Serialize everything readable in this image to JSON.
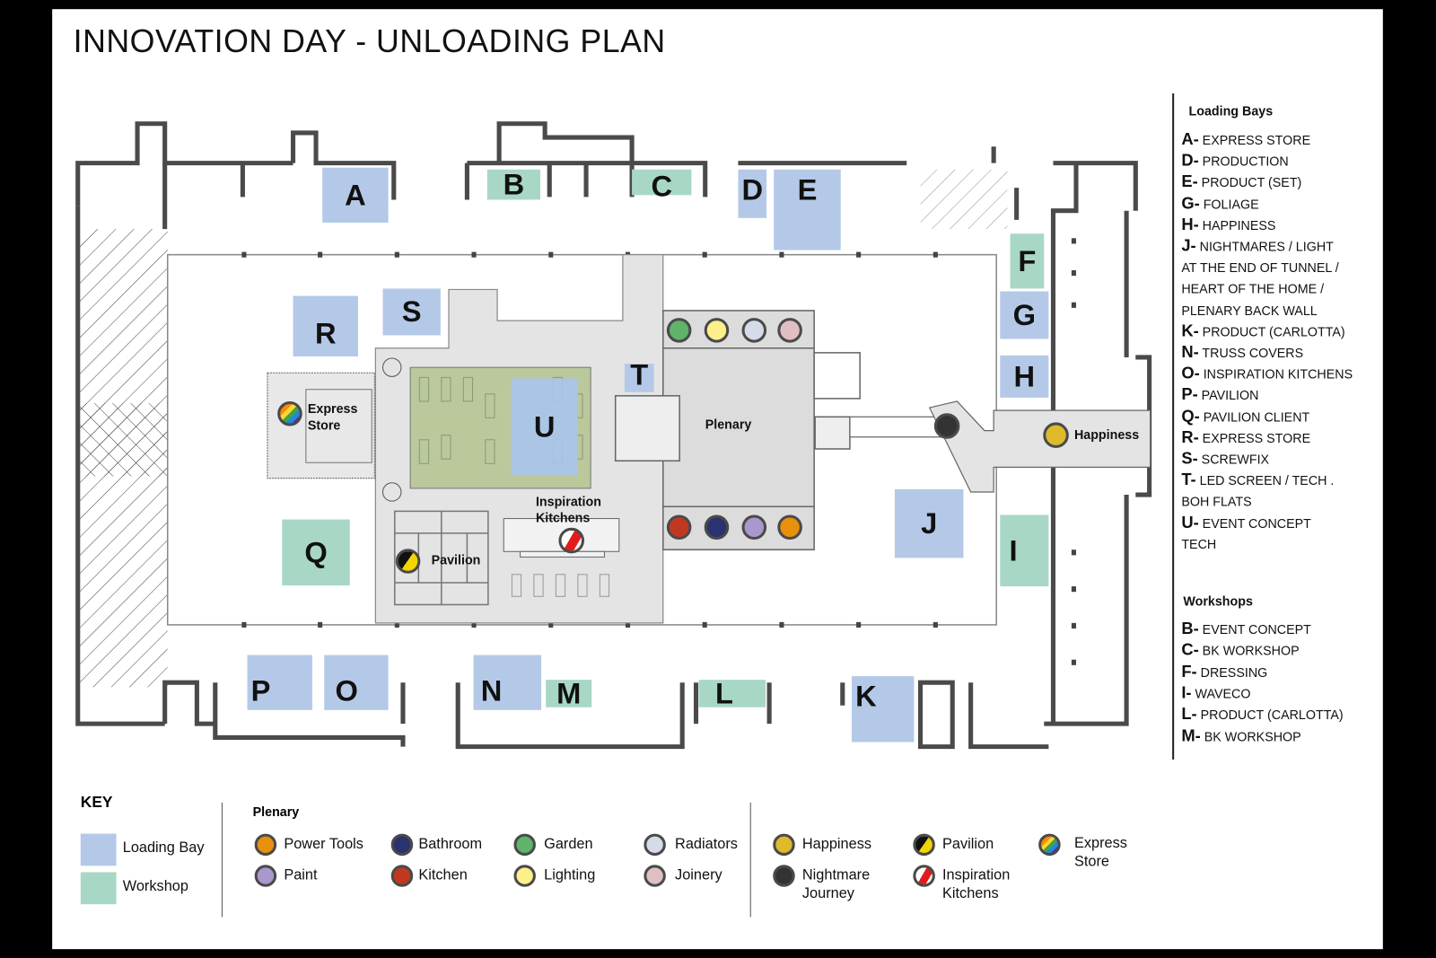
{
  "title": "INNOVATION DAY - UNLOADING PLAN",
  "map": {
    "bays": {
      "A": "A",
      "B": "B",
      "C": "C",
      "D": "D",
      "E": "E",
      "F": "F",
      "G": "G",
      "H": "H",
      "I": "I",
      "J": "J",
      "K": "K",
      "L": "L",
      "M": "M",
      "N": "N",
      "O": "O",
      "P": "P",
      "Q": "Q",
      "R": "R",
      "S": "S",
      "T": "T",
      "U": "U"
    },
    "areas": {
      "express_store": "Express\nStore",
      "plenary": "Plenary",
      "inspiration_kitchens": "Inspiration\nKitchens",
      "pavilion": "Pavilion",
      "happiness": "Happiness"
    }
  },
  "key": {
    "title": "KEY",
    "loading_bay": "Loading Bay",
    "workshop": "Workshop",
    "plenary_heading": "Plenary",
    "plenary_items": [
      {
        "label": "Power Tools",
        "color": "#e8900c"
      },
      {
        "label": "Paint",
        "color": "#a898cc"
      },
      {
        "label": "Bathroom",
        "color": "#2a3370"
      },
      {
        "label": "Kitchen",
        "color": "#c0391f"
      },
      {
        "label": "Garden",
        "color": "#5fb36a"
      },
      {
        "label": "Lighting",
        "color": "#fdf08a"
      },
      {
        "label": "Radiators",
        "color": "#d5dce8"
      },
      {
        "label": "Joinery",
        "color": "#e0bfc2"
      }
    ],
    "zone_items": [
      {
        "label": "Happiness",
        "color": "#dfba2a"
      },
      {
        "label": "Nightmare\nJourney",
        "color": "#333333"
      },
      {
        "label": "Pavilion"
      },
      {
        "label": "Inspiration\nKitchens"
      },
      {
        "label": "Express\nStore"
      }
    ]
  },
  "legend": {
    "loading_bays_heading": "Loading Bays",
    "loading_bays": [
      {
        "letter": "A-",
        "text": "EXPRESS STORE"
      },
      {
        "letter": "D-",
        "text": "PRODUCTION"
      },
      {
        "letter": "E-",
        "text": "PRODUCT (SET)"
      },
      {
        "letter": "G-",
        "text": "FOLIAGE"
      },
      {
        "letter": "H-",
        "text": "HAPPINESS"
      },
      {
        "letter": "J-",
        "text": "NIGHTMARES / LIGHT"
      },
      {
        "letter": "",
        "text": "AT THE END OF TUNNEL /"
      },
      {
        "letter": "",
        "text": "HEART OF THE HOME /"
      },
      {
        "letter": "",
        "text": "PLENARY BACK WALL"
      },
      {
        "letter": "K-",
        "text": "PRODUCT (CARLOTTA)"
      },
      {
        "letter": "N-",
        "text": "TRUSS COVERS"
      },
      {
        "letter": "O-",
        "text": "INSPIRATION KITCHENS"
      },
      {
        "letter": "P-",
        "text": "PAVILION"
      },
      {
        "letter": "Q-",
        "text": "PAVILION CLIENT"
      },
      {
        "letter": "R-",
        "text": "EXPRESS STORE"
      },
      {
        "letter": "S-",
        "text": "SCREWFIX"
      },
      {
        "letter": "T-",
        "text": "LED SCREEN / TECH ."
      },
      {
        "letter": "",
        "text": "BOH FLATS"
      },
      {
        "letter": "U-",
        "text": "EVENT CONCEPT"
      },
      {
        "letter": "",
        "text": "TECH"
      }
    ],
    "workshops_heading": "Workshops",
    "workshops": [
      {
        "letter": "B-",
        "text": " EVENT CONCEPT"
      },
      {
        "letter": "C-",
        "text": "BK WORKSHOP"
      },
      {
        "letter": "F-",
        "text": "DRESSING"
      },
      {
        "letter": "I-",
        "text": "WAVECO"
      },
      {
        "letter": "L-",
        "text": "PRODUCT (CARLOTTA)"
      },
      {
        "letter": "M-",
        "text": "BK WORKSHOP"
      }
    ]
  }
}
